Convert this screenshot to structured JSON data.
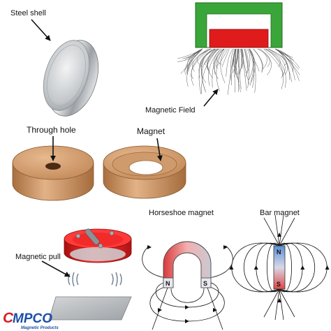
{
  "labels": {
    "steel_shell": "Steel shell",
    "magnetic_field": "Magnetic Field",
    "through_hole": "Through hole",
    "magnet": "Magnet",
    "horseshoe_magnet": "Horseshoe magnet",
    "bar_magnet": "Bar magnet",
    "magnetic_pull": "Magnetic pull",
    "horseshoe_pole_n": "N",
    "horseshoe_pole_s": "S",
    "bar_pole_n": "N",
    "bar_pole_s": "S"
  },
  "logo": {
    "letter_c": "C",
    "letters_rest": "MPCO",
    "tagline": "Magnetic Products"
  },
  "colors": {
    "steel_green": "#3aa63a",
    "magnet_red": "#e01b1b",
    "ring_bronze": "#c9905f",
    "pole_blue": "#5a8fd6",
    "pole_red": "#e04646",
    "logo_blue": "#1b4fa8",
    "logo_red": "#d61f26"
  }
}
